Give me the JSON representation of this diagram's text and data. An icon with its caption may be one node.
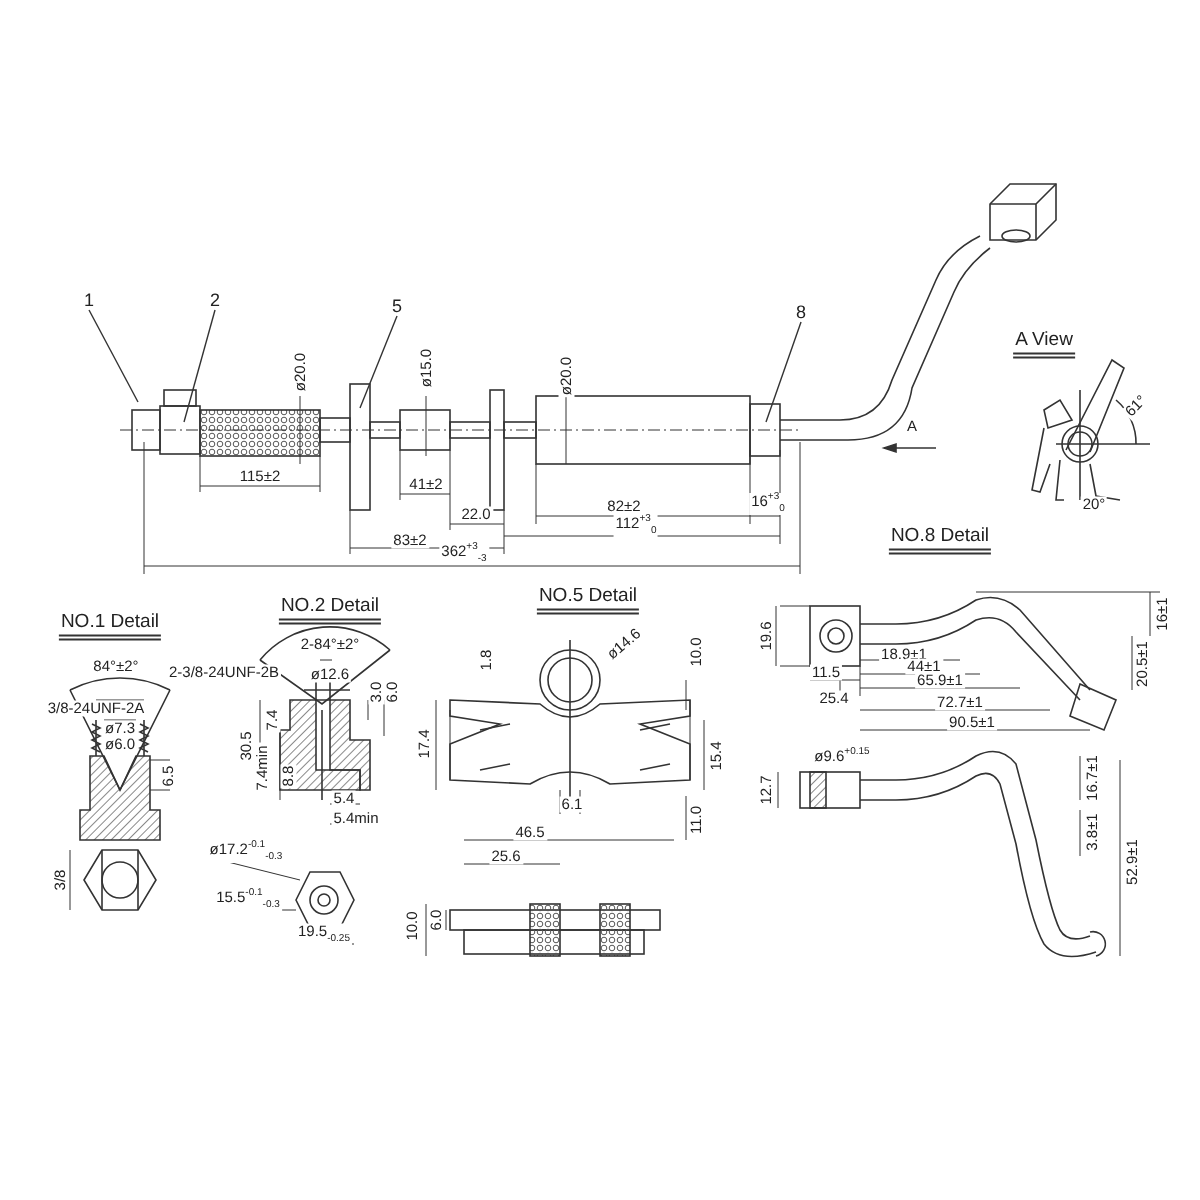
{
  "diagram": {
    "nodes": [
      {
        "text": [
          "1"
        ]
      },
      {
        "text": [
          "2"
        ]
      },
      {
        "text": [
          "5"
        ]
      },
      {
        "text": [
          "8"
        ]
      }
    ],
    "edges": [
      {
        "from": 0,
        "to": null,
        "arrow": "none"
      },
      {
        "from": 1,
        "to": null,
        "arrow": "none"
      },
      {
        "from": 2,
        "to": null,
        "arrow": "none"
      },
      {
        "from": 3,
        "to": null,
        "arrow": "none"
      }
    ],
    "labels": [
      "ø20.0",
      "115±2",
      "ø15.0",
      "41±2",
      "ø20.0",
      "83±2",
      "22.0",
      "82±2",
      "112$^{+3}$$_{0}$",
      "16$^{+3}$$_{0}$",
      "362$^{+3}$$_{-3}$",
      "A",
      "A View",
      "61°",
      "20°",
      "NO.8 Detail",
      "NO.1 Detail",
      "84°±2°",
      "3/8-24UNF-2A",
      "ø7.3",
      "ø6.0",
      "6.5",
      "3/8",
      "NO.2 Detail",
      "2-84°±2°",
      "2-3/8-24UNF-2B",
      "ø12.6",
      "3.0",
      "6.0",
      "7.4",
      "30.5",
      "7.4min",
      "8.8",
      "5.4",
      "5.4min",
      "ø17.2$^{-0.1}$$_{-0.3}$",
      "15.5$^{-0.1}$$_{-0.3}$",
      "19.5$_{-0.25}$",
      "NO.5 Detail",
      "1.8",
      "ø14.6",
      "10.0",
      "17.4",
      "15.4",
      "6.1",
      "11.0",
      "46.5",
      "25.6",
      "10.0",
      "6.0",
      "19.6",
      "18.9±1",
      "11.5",
      "44±1",
      "25.4",
      "65.9±1",
      "72.7±1",
      "90.5±1",
      "16±1",
      "20.5±1",
      "12.7",
      "ø9.6$^{+0.15}$",
      "16.7±1",
      "3.8±1",
      "52.9±1"
    ]
  }
}
